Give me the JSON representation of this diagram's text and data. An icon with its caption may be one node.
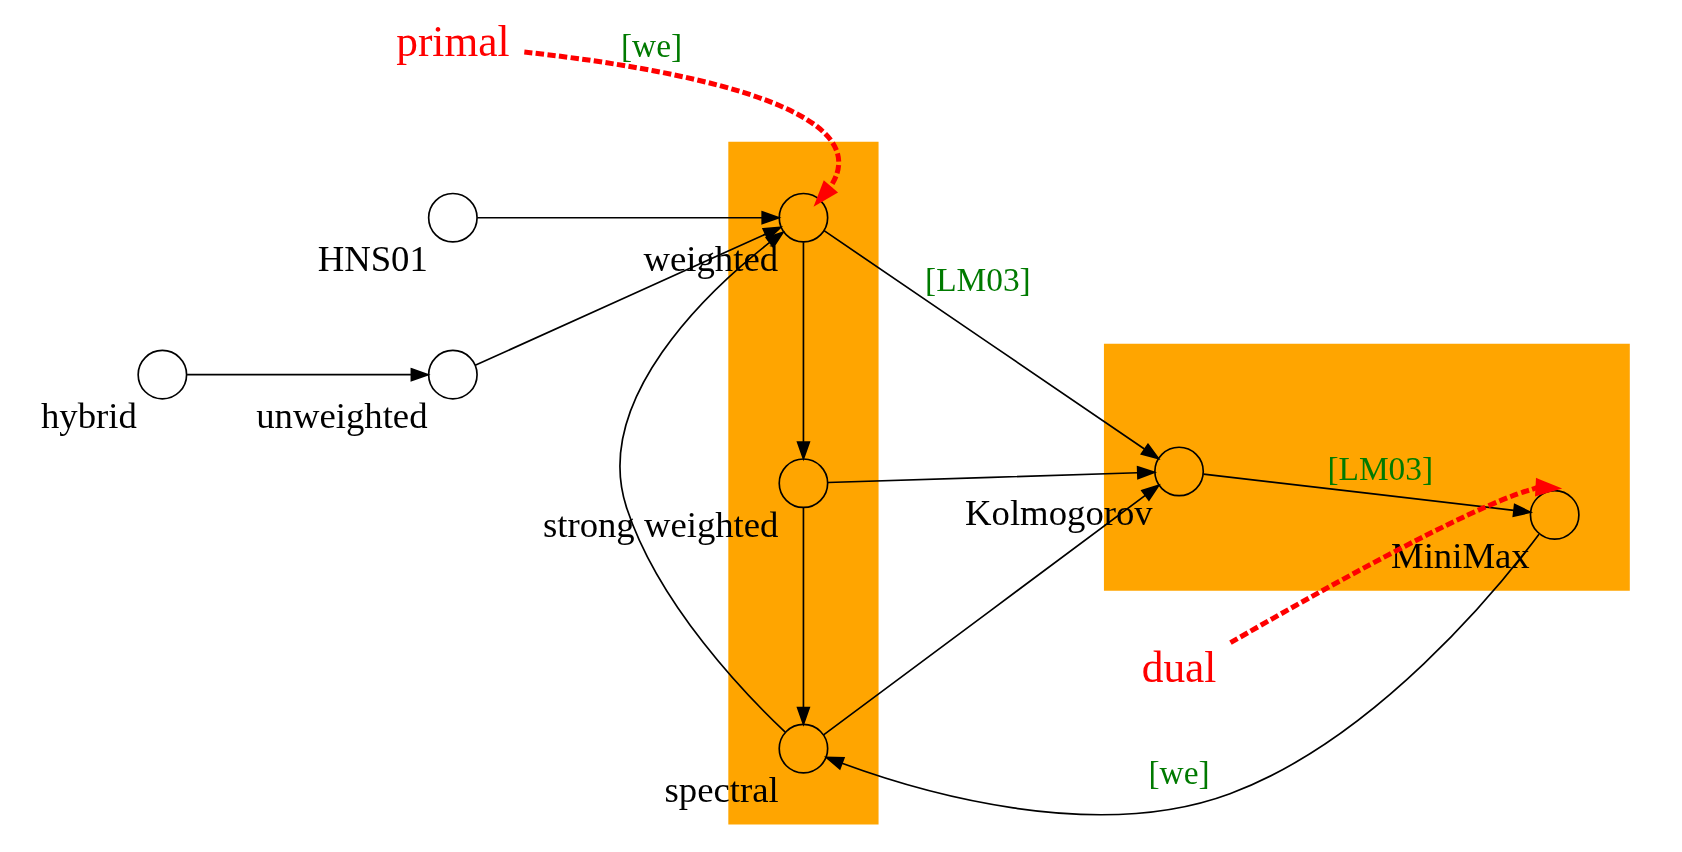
{
  "diagram": {
    "nodes": [
      {
        "text": [],
        "shape": "circle",
        "beside": [
          "hybrid"
        ]
      },
      {
        "text": [],
        "shape": "circle",
        "beside": [
          "unweighted"
        ]
      },
      {
        "text": [],
        "shape": "circle",
        "beside": [
          "HNS01"
        ]
      },
      {
        "text": [],
        "shape": "box"
      },
      {
        "text": [],
        "shape": "circle",
        "beside": [
          "weighted"
        ],
        "in": 3
      },
      {
        "text": [],
        "shape": "circle",
        "beside": [
          "spectral"
        ],
        "in": 3
      },
      {
        "text": [],
        "shape": "circle",
        "beside": [
          "strong weighted"
        ],
        "in": 3
      },
      {
        "text": [],
        "shape": "box"
      },
      {
        "text": [],
        "shape": "circle",
        "beside": [
          "Kolmogorov"
        ],
        "in": 7
      },
      {
        "text": [],
        "shape": "circle",
        "beside": [
          "MiniMax"
        ],
        "in": 7
      },
      {
        "text": [
          "primal"
        ]
      },
      {
        "text": [
          "dual"
        ]
      }
    ],
    "edges": [
      {
        "from": 0,
        "to": 1,
        "arrow": "to"
      },
      {
        "from": 1,
        "to": 4,
        "arrow": "to"
      },
      {
        "from": 2,
        "to": 4,
        "arrow": "to"
      },
      {
        "from": 5,
        "to": 4,
        "arrow": "to"
      },
      {
        "from": 6,
        "to": 5,
        "arrow": "to"
      },
      {
        "from": 4,
        "to": 6,
        "arrow": "to"
      },
      {
        "from": 4,
        "to": 8,
        "arrow": "to",
        "label": "[LM03]"
      },
      {
        "from": 5,
        "to": 8,
        "arrow": "to"
      },
      {
        "from": 6,
        "to": 8,
        "arrow": "to"
      },
      {
        "from": 8,
        "to": 9,
        "arrow": "to",
        "label": "[LM03]"
      },
      {
        "from": 9,
        "to": 5,
        "arrow": "to",
        "label": "[we]"
      },
      {
        "from": 10,
        "to": 4,
        "arrow": "to",
        "style": "dashed",
        "color": "#ff0000",
        "label": "[we]"
      },
      {
        "from": 11,
        "to": 9,
        "arrow": "to",
        "style": "dashed",
        "color": "#ff0000"
      }
    ]
  }
}
